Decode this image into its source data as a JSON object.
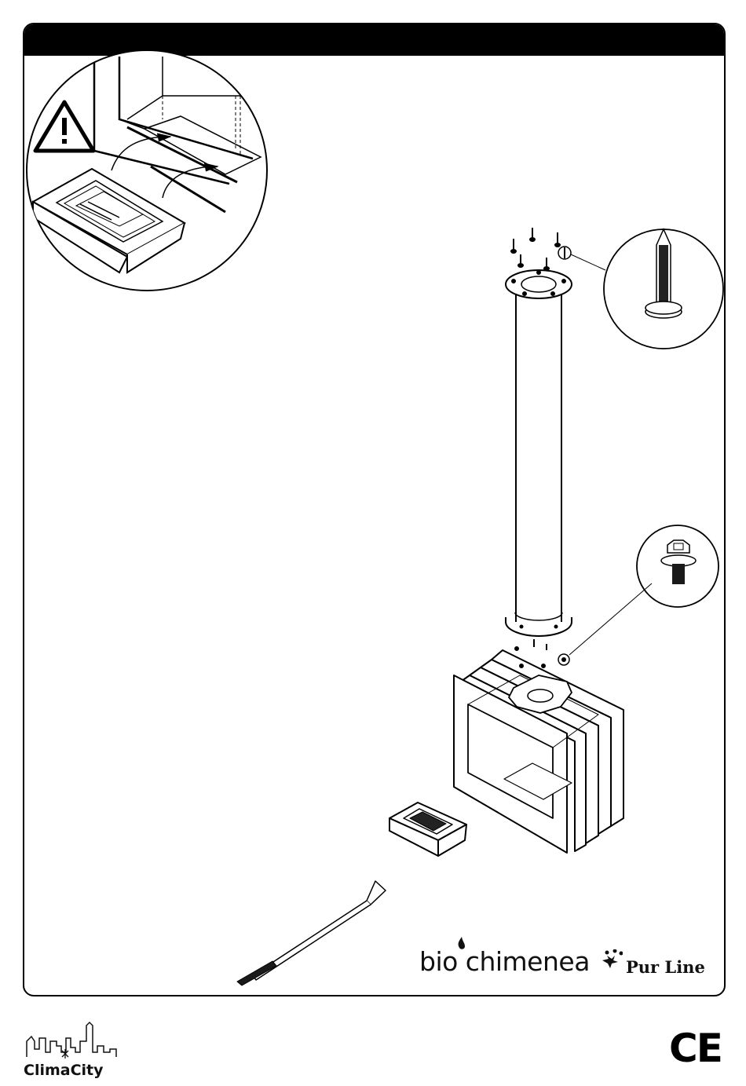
{
  "brand": {
    "bio_chimenea": "bio chimenea",
    "pur_line": "Pur Line"
  },
  "footer": {
    "climacity": "ClimaCity",
    "ce_mark": "CE"
  },
  "icons": {
    "warning": "warning-triangle-icon",
    "screw_detail": "screw-detail-icon",
    "bolt_detail": "bolt-detail-icon"
  },
  "colors": {
    "ink": "#000000",
    "paper": "#ffffff",
    "dark_fill": "#1a1a1a"
  }
}
